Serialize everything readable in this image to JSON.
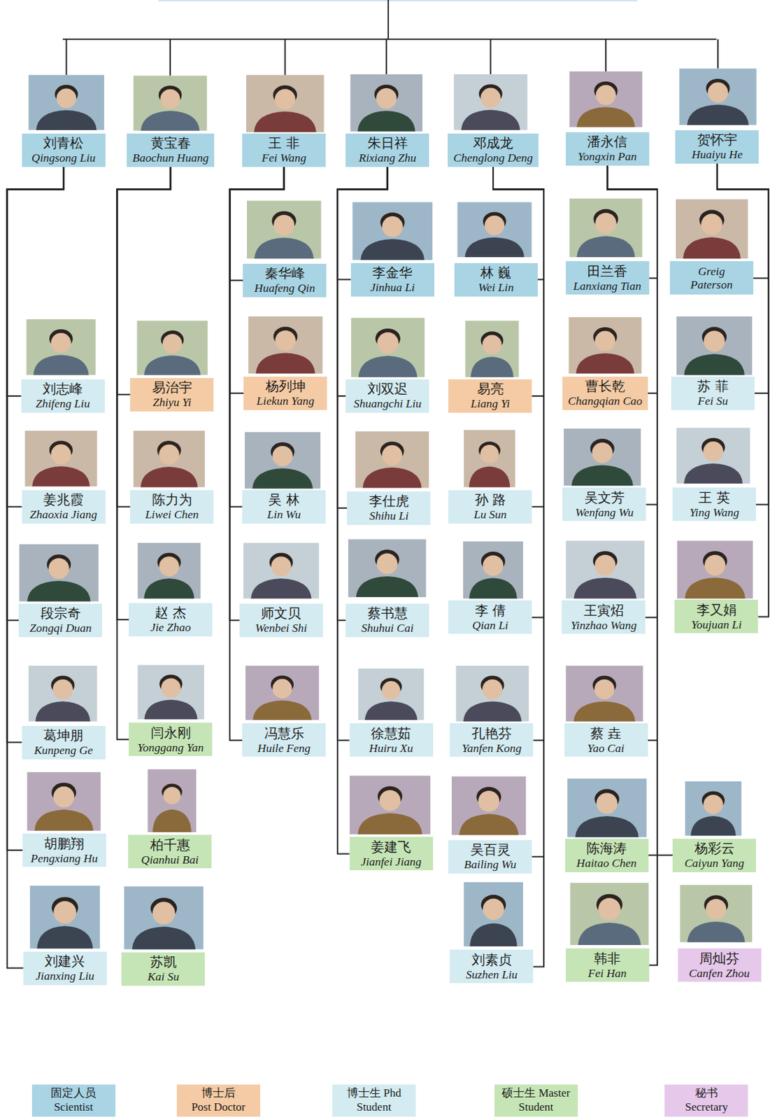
{
  "diagram": {
    "nodes": [
      {
        "text": [
          "刘青松",
          "Qingsong Liu"
        ]
      },
      {
        "text": [
          "黄宝春",
          "Baochun Huang"
        ]
      },
      {
        "text": [
          "王 非",
          "Fei Wang"
        ]
      },
      {
        "text": [
          "朱日祥",
          "Rixiang Zhu"
        ]
      },
      {
        "text": [
          "邓成龙",
          "Chenglong Deng"
        ]
      },
      {
        "text": [
          "潘永信",
          "Yongxin Pan"
        ]
      },
      {
        "text": [
          "贺怀宇",
          "Huaiyu He"
        ]
      },
      {
        "text": [
          "刘志峰",
          "Zhifeng Liu"
        ]
      },
      {
        "text": [
          "姜兆霞",
          "Zhaoxia Jiang"
        ]
      },
      {
        "text": [
          "段宗奇",
          "Zongqi Duan"
        ]
      },
      {
        "text": [
          "葛坤朋",
          "Kunpeng Ge"
        ]
      },
      {
        "text": [
          "胡鹏翔",
          "Pengxiang Hu"
        ]
      },
      {
        "text": [
          "刘建兴",
          "Jianxing Liu"
        ]
      },
      {
        "text": [
          "易治宇",
          "Zhiyu Yi"
        ]
      },
      {
        "text": [
          "陈力为",
          "Liwei Chen"
        ]
      },
      {
        "text": [
          "赵 杰",
          "Jie Zhao"
        ]
      },
      {
        "text": [
          "闫永刚",
          "Yonggang Yan"
        ]
      },
      {
        "text": [
          "柏千惠",
          "Qianhui Bai"
        ]
      },
      {
        "text": [
          "苏凯",
          "Kai Su"
        ]
      },
      {
        "text": [
          "秦华峰",
          "Huafeng Qin"
        ]
      },
      {
        "text": [
          "杨列坤",
          "Liekun Yang"
        ]
      },
      {
        "text": [
          "吴 林",
          "Lin Wu"
        ]
      },
      {
        "text": [
          "师文贝",
          "Wenbei Shi"
        ]
      },
      {
        "text": [
          "冯慧乐",
          "Huile Feng"
        ]
      },
      {
        "text": [
          "李金华",
          "Jinhua Li"
        ]
      },
      {
        "text": [
          "刘双迟",
          "Shuangchi Liu"
        ]
      },
      {
        "text": [
          "李仕虎",
          "Shihu Li"
        ]
      },
      {
        "text": [
          "蔡书慧",
          "Shuhui Cai"
        ]
      },
      {
        "text": [
          "徐慧茹",
          "Huiru Xu"
        ]
      },
      {
        "text": [
          "姜建飞",
          "Jianfei Jiang"
        ]
      },
      {
        "text": [
          "林 巍",
          "Wei Lin"
        ]
      },
      {
        "text": [
          "易亮",
          "Liang Yi"
        ]
      },
      {
        "text": [
          "孙 路",
          "Lu Sun"
        ]
      },
      {
        "text": [
          "李 倩",
          "Qian Li"
        ]
      },
      {
        "text": [
          "孔艳芬",
          "Yanfen Kong"
        ]
      },
      {
        "text": [
          "吴百灵",
          "Bailing Wu"
        ]
      },
      {
        "text": [
          "刘素贞",
          "Suzhen Liu"
        ]
      },
      {
        "text": [
          "田兰香",
          "Lanxiang Tian"
        ]
      },
      {
        "text": [
          "曹长乾",
          "Changqian Cao"
        ]
      },
      {
        "text": [
          "吴文芳",
          "Wenfang Wu"
        ]
      },
      {
        "text": [
          "王寅炤",
          "Yinzhao Wang"
        ]
      },
      {
        "text": [
          "蔡 垚",
          "Yao Cai"
        ]
      },
      {
        "text": [
          "陈海涛",
          "Haitao Chen"
        ]
      },
      {
        "text": [
          "韩非",
          "Fei Han"
        ]
      },
      {
        "text": [
          "Greig Paterson"
        ]
      },
      {
        "text": [
          "苏 菲",
          "Fei Su"
        ]
      },
      {
        "text": [
          "王 英",
          "Ying Wang"
        ]
      },
      {
        "text": [
          "李又娟",
          "Youjuan Li"
        ]
      },
      {
        "text": [
          "杨彩云",
          "Caiyun Yang"
        ]
      },
      {
        "text": [
          "周灿芬",
          "Canfen Zhou"
        ]
      }
    ],
    "edges": [
      {
        "from": 0,
        "to": 7,
        "arrow": "none"
      },
      {
        "from": 0,
        "to": 8,
        "arrow": "none"
      },
      {
        "from": 0,
        "to": 9,
        "arrow": "none"
      },
      {
        "from": 0,
        "to": 10,
        "arrow": "none"
      },
      {
        "from": 0,
        "to": 11,
        "arrow": "none"
      },
      {
        "from": 0,
        "to": 12,
        "arrow": "none"
      },
      {
        "from": 1,
        "to": 13,
        "arrow": "none"
      },
      {
        "from": 1,
        "to": 14,
        "arrow": "none"
      },
      {
        "from": 1,
        "to": 15,
        "arrow": "none"
      },
      {
        "from": 1,
        "to": 16,
        "arrow": "none"
      },
      {
        "from": 2,
        "to": 19,
        "arrow": "none"
      },
      {
        "from": 2,
        "to": 20,
        "arrow": "none"
      },
      {
        "from": 2,
        "to": 21,
        "arrow": "none"
      },
      {
        "from": 2,
        "to": 22,
        "arrow": "none"
      },
      {
        "from": 2,
        "to": 23,
        "arrow": "none"
      },
      {
        "from": 3,
        "to": 24,
        "arrow": "none"
      },
      {
        "from": 3,
        "to": 25,
        "arrow": "none"
      },
      {
        "from": 3,
        "to": 26,
        "arrow": "none"
      },
      {
        "from": 3,
        "to": 27,
        "arrow": "none"
      },
      {
        "from": 3,
        "to": 28,
        "arrow": "none"
      },
      {
        "from": 3,
        "to": 29,
        "arrow": "none"
      },
      {
        "from": 4,
        "to": 30,
        "arrow": "none"
      },
      {
        "from": 4,
        "to": 31,
        "arrow": "none"
      },
      {
        "from": 4,
        "to": 32,
        "arrow": "none"
      },
      {
        "from": 4,
        "to": 33,
        "arrow": "none"
      },
      {
        "from": 4,
        "to": 34,
        "arrow": "none"
      },
      {
        "from": 4,
        "to": 35,
        "arrow": "none"
      },
      {
        "from": 4,
        "to": 36,
        "arrow": "none"
      },
      {
        "from": 5,
        "to": 37,
        "arrow": "none"
      },
      {
        "from": 5,
        "to": 38,
        "arrow": "none"
      },
      {
        "from": 5,
        "to": 39,
        "arrow": "none"
      },
      {
        "from": 5,
        "to": 40,
        "arrow": "none"
      },
      {
        "from": 5,
        "to": 41,
        "arrow": "none"
      },
      {
        "from": 5,
        "to": 42,
        "arrow": "none"
      },
      {
        "from": 5,
        "to": 43,
        "arrow": "none"
      },
      {
        "from": 5,
        "to": 48,
        "arrow": "none"
      },
      {
        "from": 6,
        "to": 44,
        "arrow": "none"
      },
      {
        "from": 6,
        "to": 45,
        "arrow": "none"
      },
      {
        "from": 6,
        "to": 46,
        "arrow": "none"
      },
      {
        "from": 6,
        "to": 47,
        "arrow": "none"
      }
    ],
    "legend": [
      {
        "text": "固定人员 Scientist",
        "color": "#a9d4e4"
      },
      {
        "text": "博士后 Post Doctor",
        "color": "#f4cba5"
      },
      {
        "text": "博士生 Phd Student",
        "color": "#d3ebf1"
      },
      {
        "text": "硕士生 Master Student",
        "color": "#c6e5b6"
      },
      {
        "text": "秘书 Secretary",
        "color": "#e6c9ea"
      }
    ]
  }
}
